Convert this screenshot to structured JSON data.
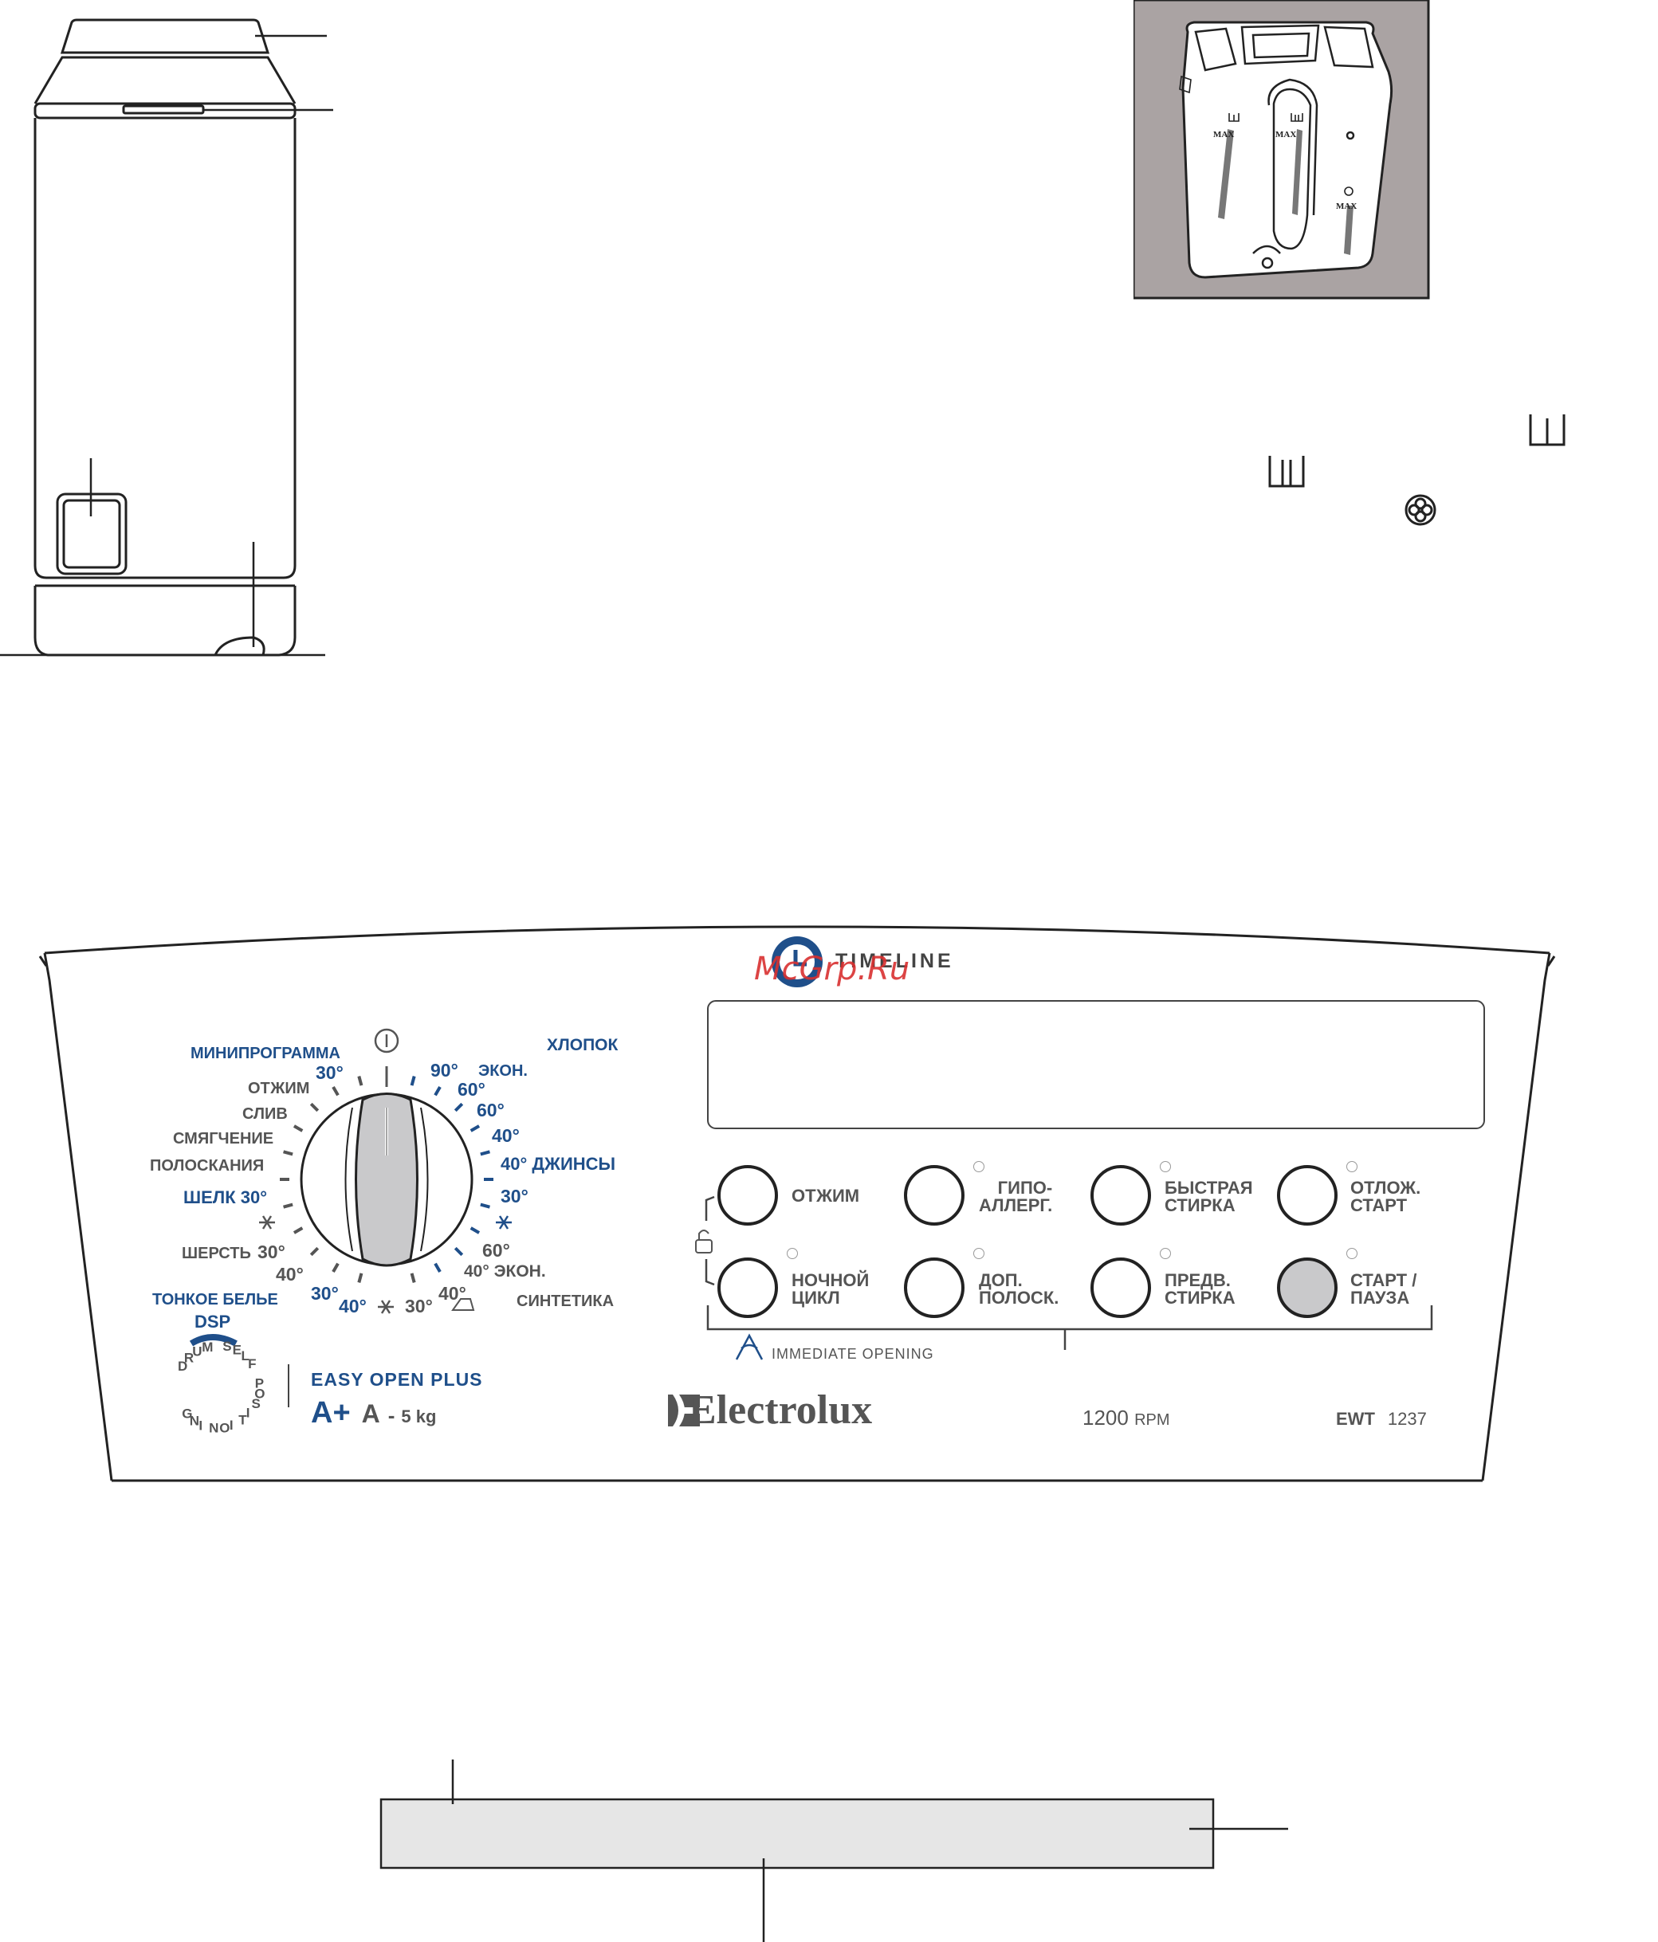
{
  "watermark": "McGrp.Ru",
  "panel": {
    "timeline_label": "TIMELINE",
    "brand": "Electrolux",
    "rpm_value": "1200",
    "rpm_unit": "RPM",
    "model_prefix": "EWT",
    "model_number": "1237",
    "easy_open": "EASY OPEN PLUS",
    "energy_class_main": "A+",
    "energy_class_second": "A",
    "energy_sep": "-",
    "capacity": "5 kg",
    "immediate_opening": "IMMEDIATE OPENING",
    "dsp_label": "DSP",
    "dsp_ring_text": "DRUM SELF POSITIONING"
  },
  "program_labels": {
    "miniprogram": "МИНИПРОГРАММА",
    "mini_30": "30°",
    "spin": "ОТЖИМ",
    "drain": "СЛИВ",
    "softener": "СМЯГЧЕНИЕ",
    "rinses": "ПОЛОСКАНИЯ",
    "silk": "ШЕЛК 30°",
    "wool": "ШЕРСТЬ",
    "wool_30": "30°",
    "wool_40": "40°",
    "delicates": "ТОНКОЕ БЕЛЬЕ",
    "delicate_30": "30°",
    "delicate_40": "40°",
    "delicate_30b": "30°",
    "syn_40": "40°",
    "cotton": "ХЛОПОК",
    "cotton_90": "90°",
    "cotton_econ": "ЭКОН.",
    "cotton_60a": "60°",
    "cotton_60b": "60°",
    "cotton_40": "40°",
    "jeans": "40° ДЖИНСЫ",
    "cotton_30": "30°",
    "syn_60": "60°",
    "syn_40_econ": "40° ЭКОН.",
    "synthetics": "СИНТЕТИКА"
  },
  "buttons": [
    {
      "id": "spin",
      "line1": "ОТЖИМ",
      "line2": ""
    },
    {
      "id": "hypo",
      "line1": "ГИПО-",
      "line2": "АЛЛЕРГ."
    },
    {
      "id": "quick",
      "line1": "БЫСТРАЯ",
      "line2": "СТИРКА"
    },
    {
      "id": "delay",
      "line1": "ОТЛОЖ.",
      "line2": "СТАРТ"
    },
    {
      "id": "night",
      "line1": "НОЧНОЙ",
      "line2": "ЦИКЛ"
    },
    {
      "id": "extra-rinse",
      "line1": "ДОП.",
      "line2": "ПОЛОСК."
    },
    {
      "id": "prewash",
      "line1": "ПРЕДВ.",
      "line2": "СТИРКА"
    },
    {
      "id": "start",
      "line1": "СТАРТ /",
      "line2": "ПАУЗА"
    }
  ],
  "dispenser": {
    "max_label_1": "MAX",
    "max_label_2": "MAX",
    "max_label_3": "MAX"
  },
  "colors": {
    "accent_blue": "#1f4f8a",
    "dispenser_bg": "#aaa3a3",
    "panel_strip": "#e6e6e6",
    "start_button": "#c9c9cb"
  }
}
